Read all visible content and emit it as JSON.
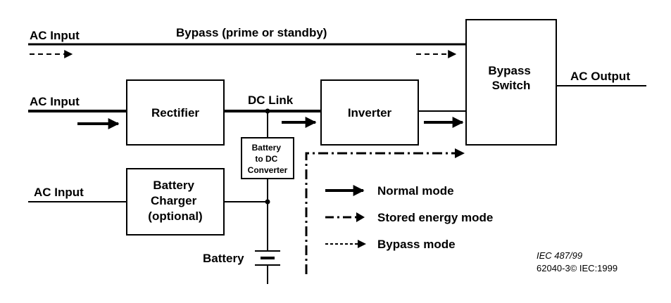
{
  "labels": {
    "ac_input_bypass": "AC Input",
    "bypass_path": "Bypass (prime or standby)",
    "ac_input_rectifier": "AC Input",
    "dc_link": "DC Link",
    "ac_input_charger": "AC Input",
    "ac_output": "AC Output",
    "battery": "Battery"
  },
  "blocks": {
    "rectifier": [
      "Rectifier"
    ],
    "inverter": [
      "Inverter"
    ],
    "bypass_switch": [
      "Bypass",
      "Switch"
    ],
    "battery_charger": [
      "Battery",
      "Charger",
      "(optional)"
    ],
    "dc_converter": [
      "Battery",
      "to DC",
      "Converter"
    ]
  },
  "legend": {
    "normal": "Normal mode",
    "stored": "Stored energy mode",
    "bypass": "Bypass mode"
  },
  "citation": {
    "ref": "IEC 487/99",
    "standard": "62040-3© IEC:1999"
  }
}
